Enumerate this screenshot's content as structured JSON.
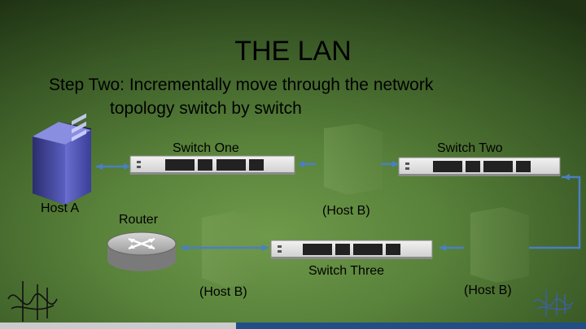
{
  "slide": {
    "title": "THE LAN",
    "subtitle_line1": "Step Two: Incrementally move through the network",
    "subtitle_line2": "topology switch by switch"
  },
  "labels": {
    "switch_one": "Switch One",
    "switch_two": "Switch Two",
    "switch_three": "Switch Three",
    "host_a": "Host A",
    "router": "Router",
    "host_b_1": "(Host B)",
    "host_b_2": "(Host B)",
    "host_b_3": "(Host B)"
  },
  "colors": {
    "link": "#4a7fc4",
    "bottom_bar_left": "#c9cbcc",
    "bottom_bar_right": "#1f4f86",
    "host_a_server": "#4a4ea8"
  },
  "icons": [
    "server-icon",
    "switch-icon",
    "router-icon",
    "logo-icon"
  ]
}
